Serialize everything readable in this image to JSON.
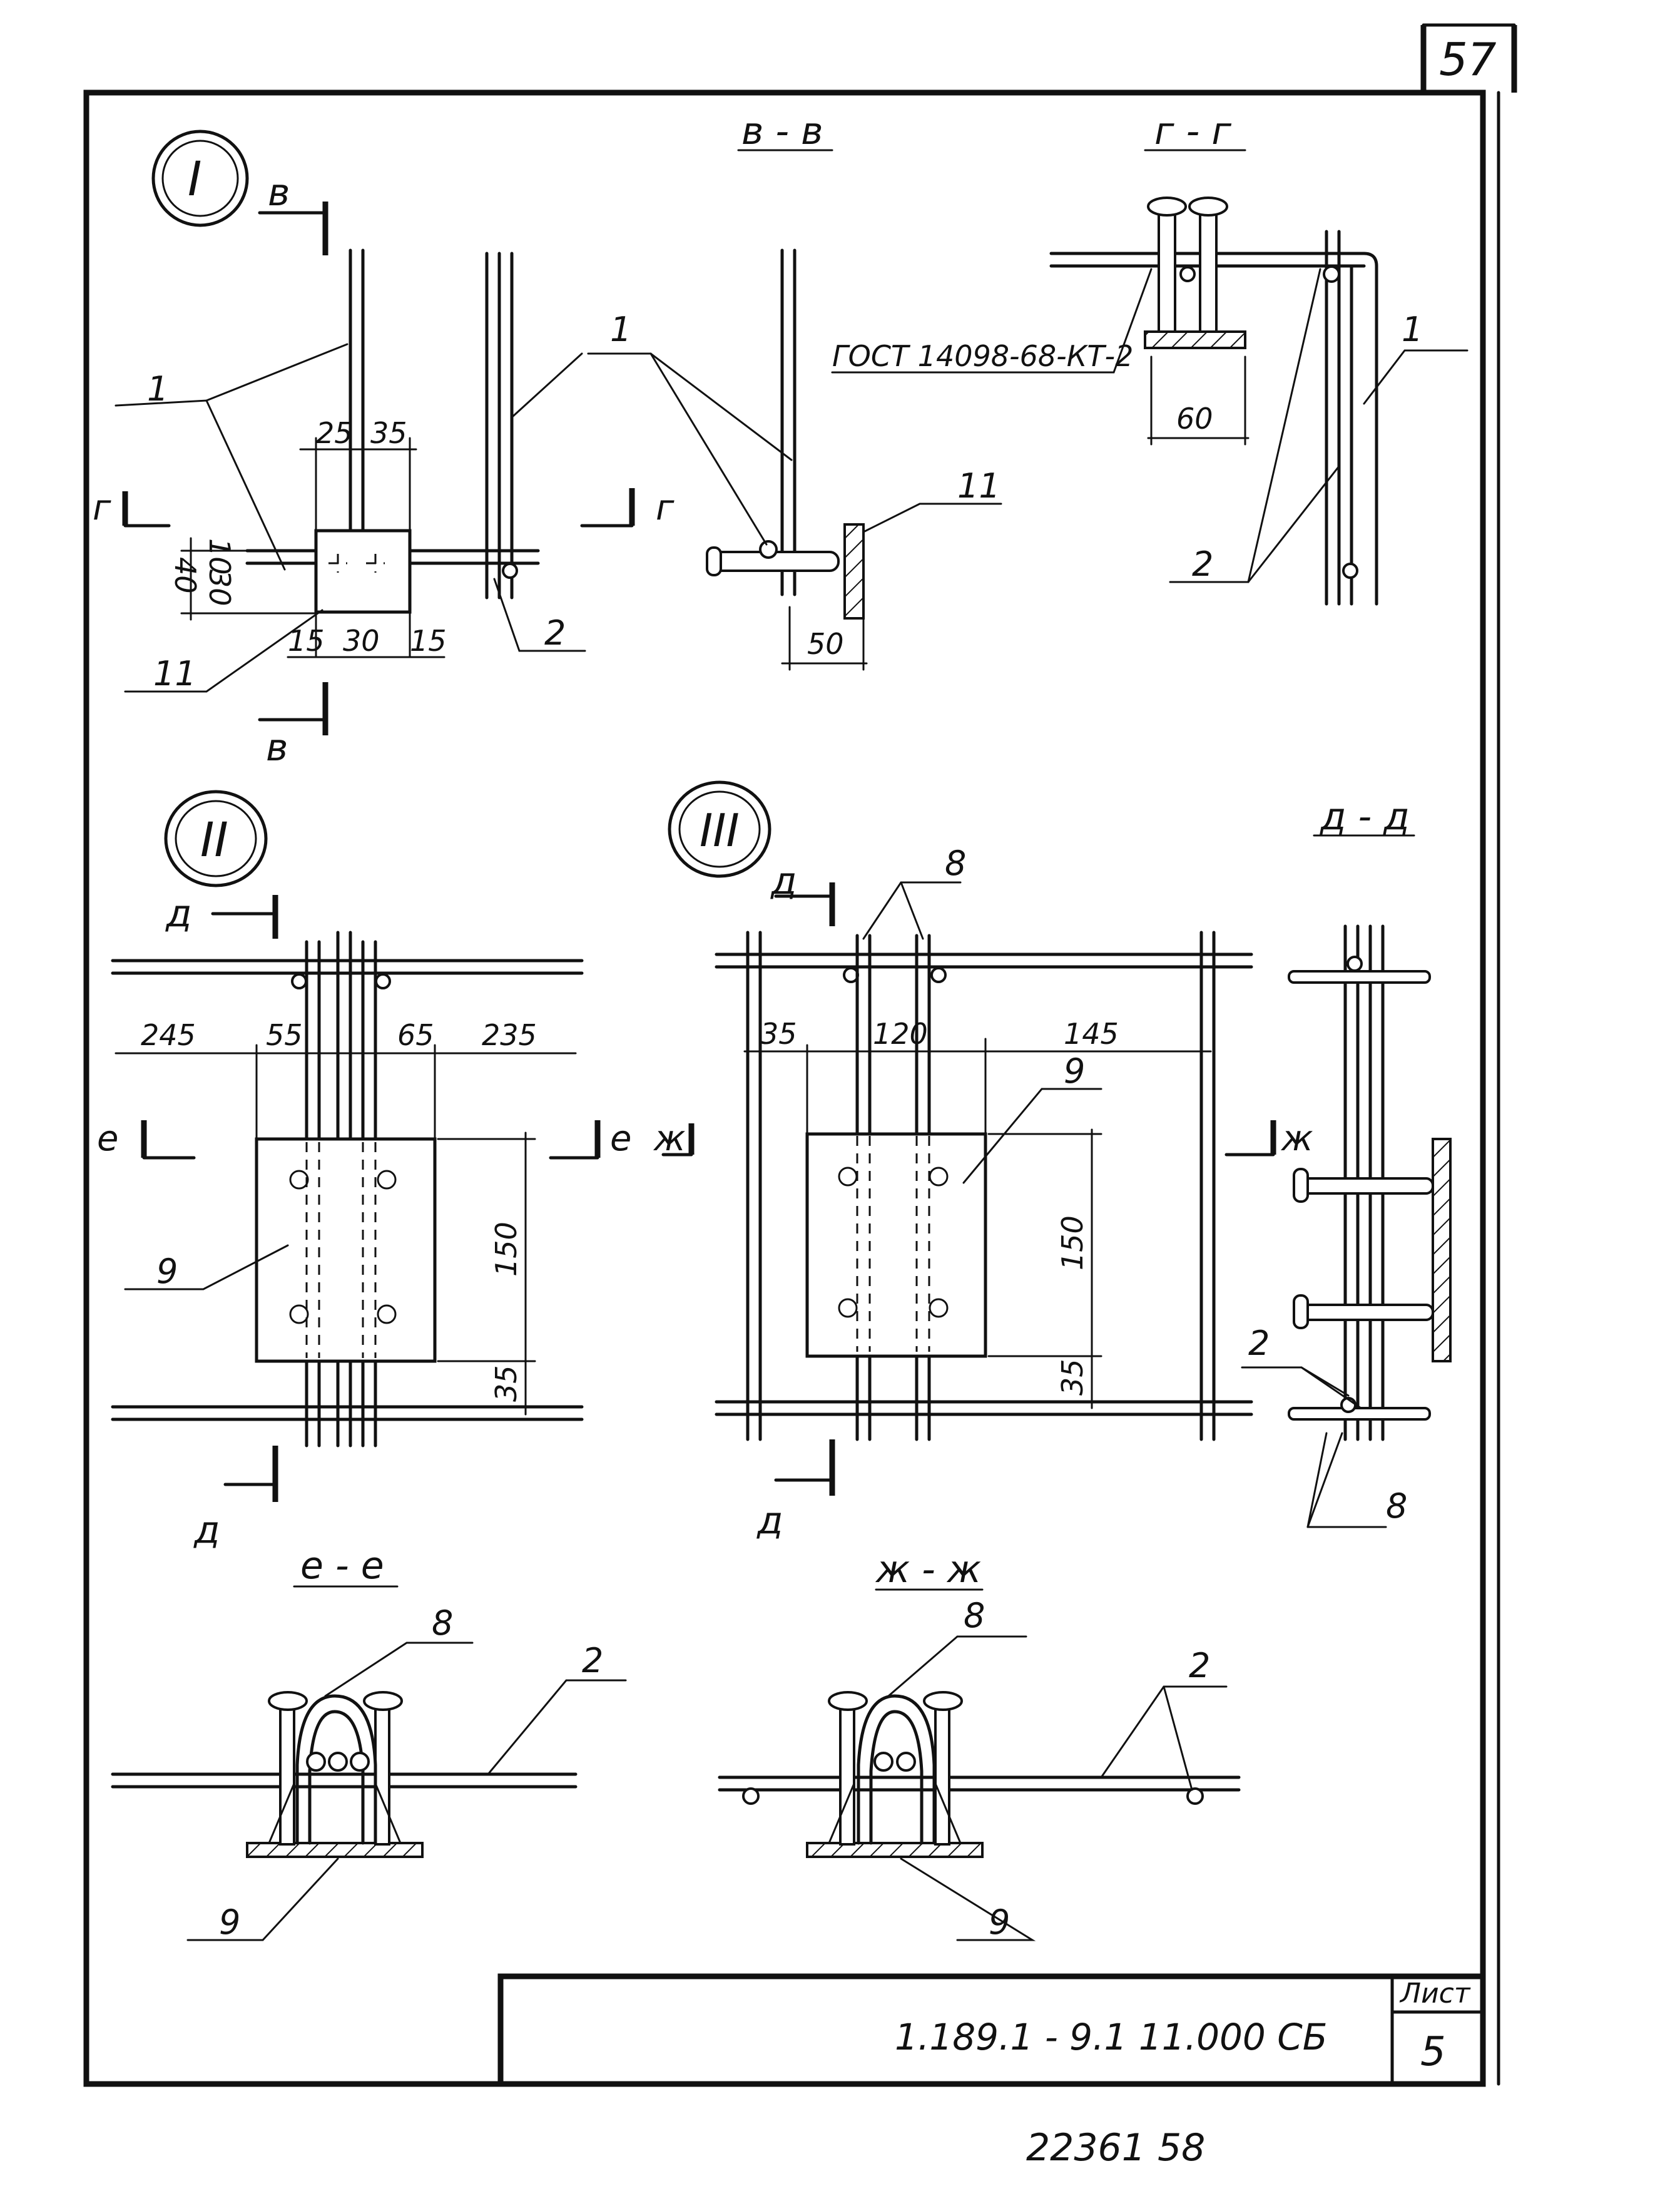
{
  "sheet_number_top": "57",
  "title_block": {
    "sheet_label": "Лист",
    "document_code": "1.189.1 - 9.1  11.000 СБ",
    "sheet_index": "5"
  },
  "bottom_stamp": "22361   58",
  "views": {
    "node_I": {
      "marker": "I",
      "section_mark_top": "в",
      "section_mark_bottom": "в",
      "side_mark_left": "г",
      "side_mark_right": "г",
      "dims": [
        "25",
        "35",
        "10",
        "40",
        "30",
        "15",
        "30",
        "15"
      ],
      "callouts": [
        "1",
        "2",
        "11"
      ]
    },
    "section_vv": {
      "title": "в - в",
      "dims": [
        "50"
      ],
      "callouts": [
        "1",
        "11"
      ]
    },
    "section_gg": {
      "title": "г - г",
      "standard_note": "ГОСТ 14098-68-КТ-2",
      "dims": [
        "60"
      ],
      "callouts": [
        "1",
        "2"
      ]
    },
    "node_II": {
      "marker": "II",
      "section_mark_top": "д",
      "section_mark_bottom": "д",
      "side_mark_left": "е",
      "side_mark_right": "е",
      "dims": [
        "245",
        "55",
        "65",
        "235",
        "150",
        "35"
      ],
      "callouts": [
        "9"
      ]
    },
    "node_III": {
      "marker": "III",
      "section_mark_top": "д",
      "section_mark_bottom": "д",
      "side_mark_left": "ж",
      "side_mark_right": "ж",
      "dims": [
        "35",
        "120",
        "145",
        "150",
        "35"
      ],
      "callouts": [
        "8",
        "9"
      ]
    },
    "section_dd": {
      "title": "д - д",
      "callouts": [
        "2",
        "8"
      ]
    },
    "section_ee": {
      "title": "е - е",
      "callouts": [
        "8",
        "2",
        "9"
      ]
    },
    "section_zhzh": {
      "title": "ж - ж",
      "callouts": [
        "8",
        "2",
        "9"
      ]
    }
  }
}
